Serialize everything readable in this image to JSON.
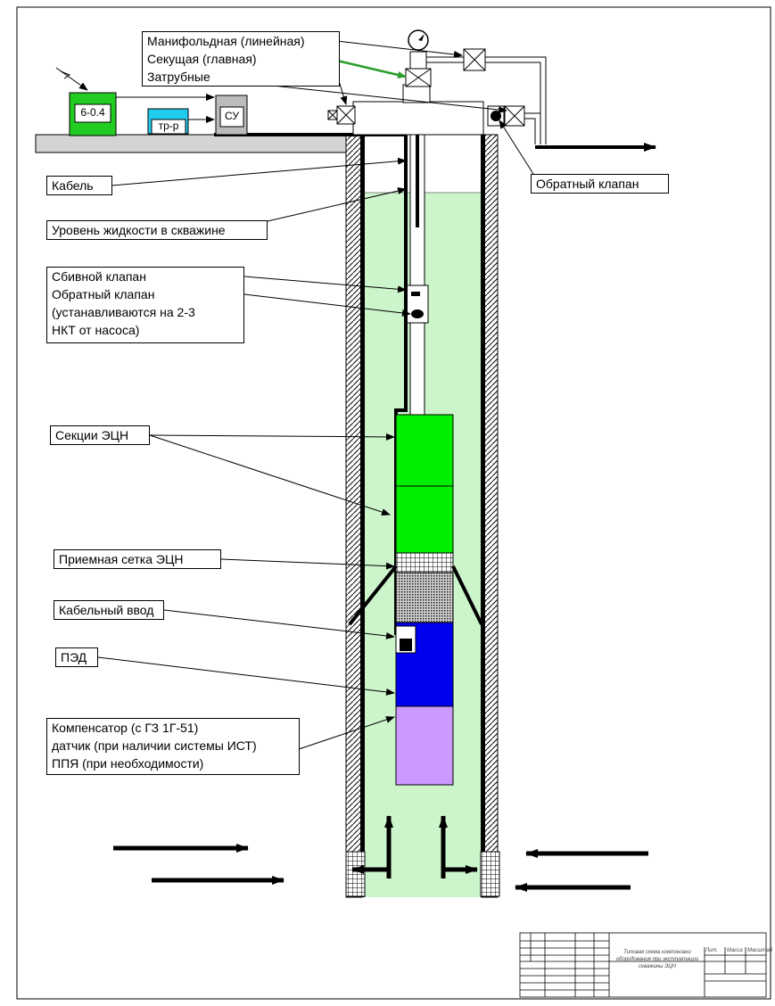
{
  "equipment": {
    "transformer": "6-0.4",
    "regulator": "тр-р",
    "control_station": "СУ"
  },
  "labels": {
    "wellhead": [
      "Манифольдная (линейная)",
      "Секущая (главная)",
      "Затрубные"
    ],
    "check_valve_top": "Обратный клапан",
    "cable": "Кабель",
    "fluid_level": "Уровень жидкости в скважине",
    "valves": [
      "Сбивной клапан",
      "Обратный клапан",
      "(устанавливаются на 2-3",
      "НКТ от насоса)"
    ],
    "pump_sections": "Секции ЭЦН",
    "intake": "Приемная сетка ЭЦН",
    "cable_entry": "Кабельный ввод",
    "motor": "ПЭД",
    "compensator": [
      "Компенсатор (с ГЗ 1Г-51)",
      "датчик (при наличии системы ИСТ)",
      "ППЯ (при необходимости)"
    ]
  },
  "title_block": {
    "title": "Типовая схема компоновки оборудования при эксплуатации скважины ЭЦН",
    "col_headers": [
      "Лит.",
      "Масса",
      "Масштаб"
    ]
  },
  "colors": {
    "fluid": "#ccf5cc",
    "pump": "#00ee00",
    "motor": "#0000ee",
    "compensator": "#cc99ff",
    "transformer": "#22cc22",
    "regulator": "#22ccee",
    "control_station": "#bbbbbb",
    "wellhead_arrow": "#2a9d2a"
  }
}
